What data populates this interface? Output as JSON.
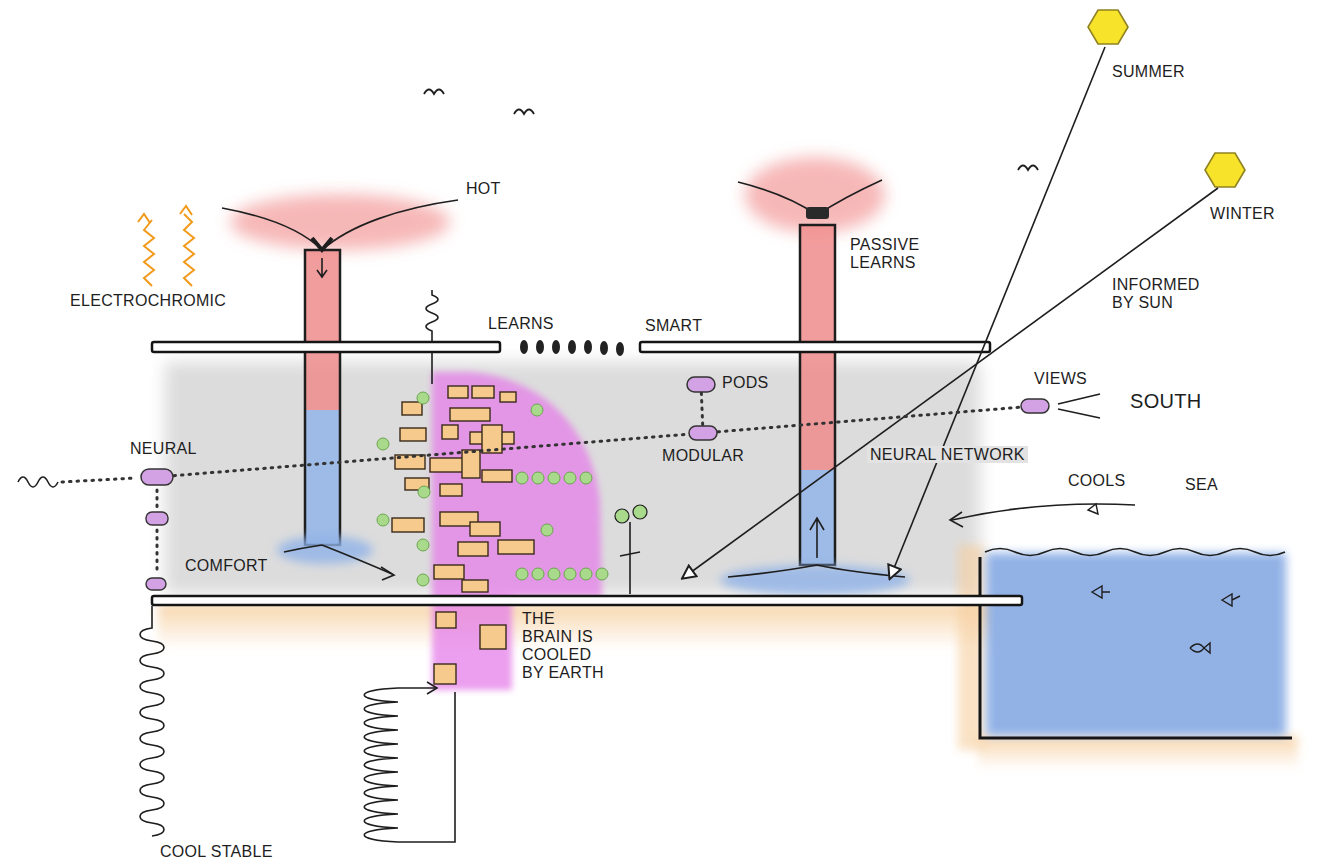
{
  "diagram": {
    "nodes": [
      {
        "text": [
          "NEURAL"
        ]
      },
      {
        "text": [
          "PODS"
        ]
      },
      {
        "text": [
          "MODULAR"
        ]
      },
      {
        "text": [
          "VIEWS"
        ]
      }
    ],
    "edges": [
      {
        "from": 1,
        "to": 2,
        "arrow": "none"
      },
      {
        "from": 2,
        "to": 3,
        "arrow": "none",
        "label": "NEURAL NETWORK"
      },
      {
        "from": 0,
        "to": 2,
        "arrow": "none"
      }
    ],
    "labels": [
      "HOT",
      "ELECTROCHROMIC",
      "LEARNS",
      "SMART",
      "PASSIVE LEARNS",
      "SUMMER",
      "WINTER",
      "INFORMED BY SUN",
      "SOUTH",
      "SEA",
      "COOLS",
      "COMFORT",
      "THE BRAIN IS COOLED BY EARTH",
      "COOL STABLE"
    ]
  }
}
